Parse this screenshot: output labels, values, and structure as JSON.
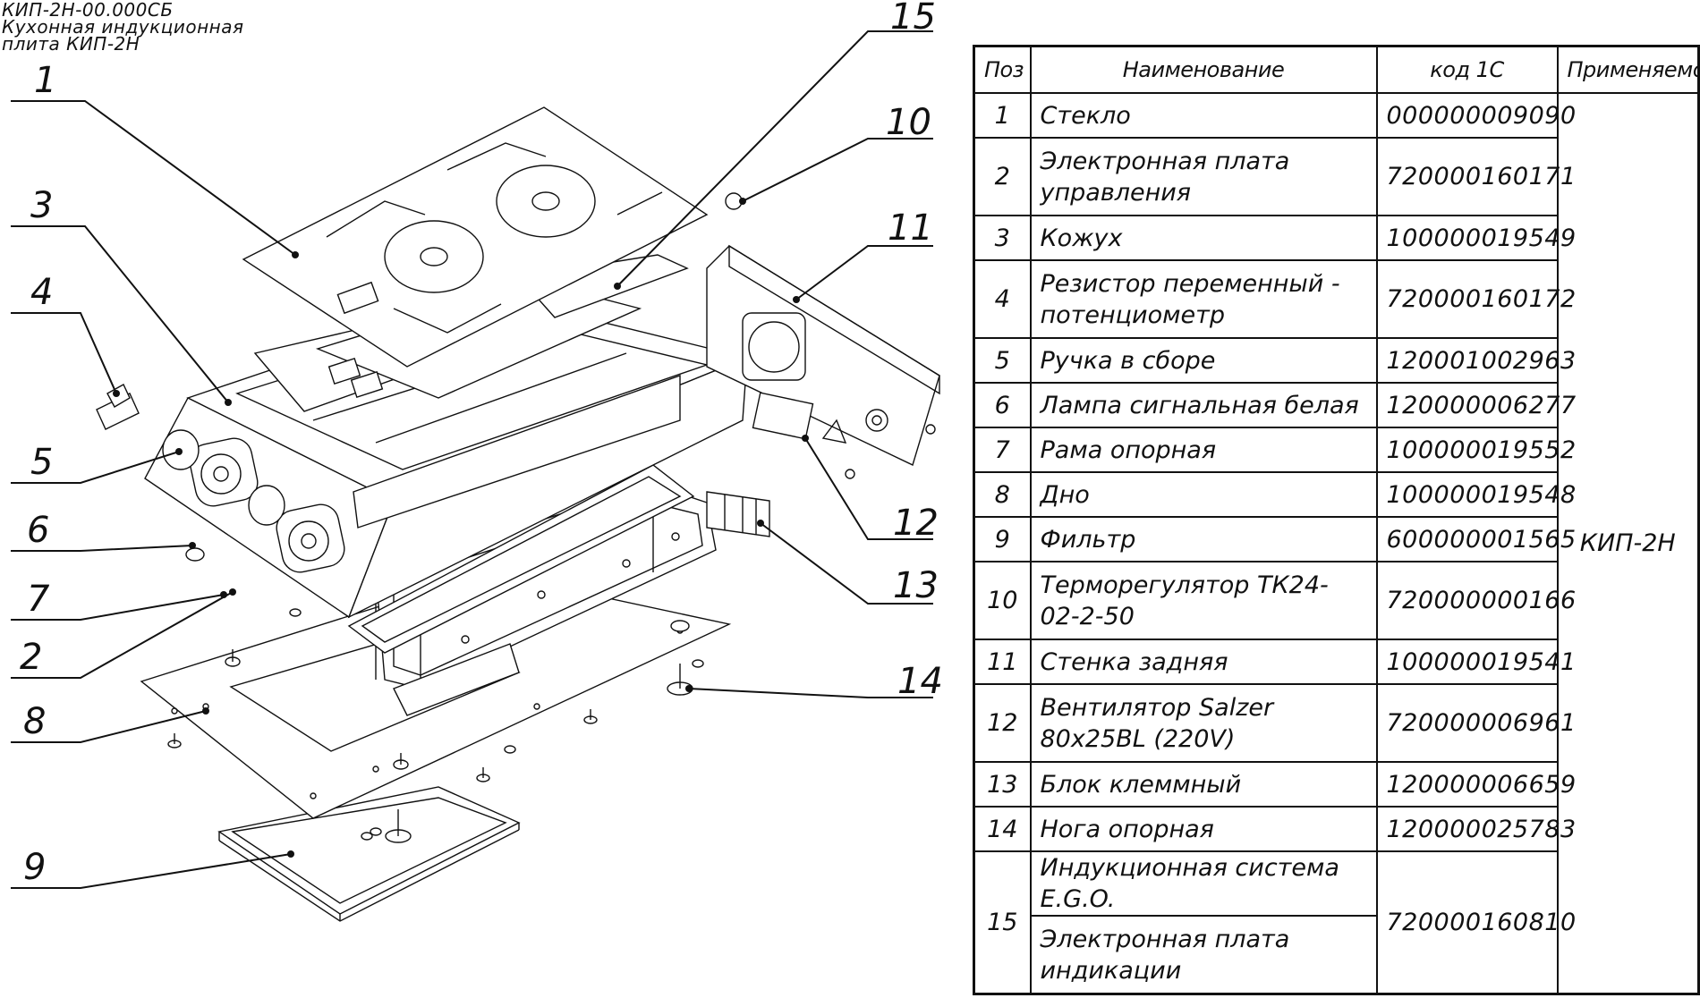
{
  "title_block": {
    "doc_code": "КИП-2Н-00.000СБ",
    "name_line1": "Кухонная индукционная",
    "name_line2": "плита  КИП-2Н"
  },
  "callouts": [
    "1",
    "3",
    "4",
    "5",
    "6",
    "7",
    "2",
    "8",
    "9",
    "15",
    "10",
    "11",
    "12",
    "13",
    "14"
  ],
  "table": {
    "headers": {
      "pos": "Поз",
      "name": "Наименование",
      "code": "код 1С",
      "applicability": "Применяемость"
    },
    "applicability_value": "КИП-2Н",
    "rows": [
      {
        "pos": "1",
        "name": "Стекло",
        "code": "000000009090"
      },
      {
        "pos": "2",
        "name": "Электронная плата управления",
        "code": "720000160171"
      },
      {
        "pos": "3",
        "name": "Кожух",
        "code": "100000019549"
      },
      {
        "pos": "4",
        "name": "Резистор переменный - потенциометр",
        "code": "720000160172"
      },
      {
        "pos": "5",
        "name": "Ручка в сборе",
        "code": "120001002963"
      },
      {
        "pos": "6",
        "name": "Лампа сигнальная белая",
        "code": "120000006277"
      },
      {
        "pos": "7",
        "name": "Рама опорная",
        "code": "100000019552"
      },
      {
        "pos": "8",
        "name": "Дно",
        "code": "100000019548"
      },
      {
        "pos": "9",
        "name": "Фильтр",
        "code": "600000001565"
      },
      {
        "pos": "10",
        "name": "Терморегулятор ТК24-02-2-50",
        "code": "720000000166"
      },
      {
        "pos": "11",
        "name": "Стенка задняя",
        "code": "100000019541"
      },
      {
        "pos": "12",
        "name": "Вентилятор Salzer 80x25BL (220V)",
        "code": "720000006961"
      },
      {
        "pos": "13",
        "name": "Блок клеммный",
        "code": "120000006659"
      },
      {
        "pos": "14",
        "name": "Нога опорная",
        "code": "120000025783"
      }
    ],
    "row15": {
      "pos": "15",
      "name_a": "Индукционная система E.G.O.",
      "name_b": "Электронная плата индикации",
      "code": "720000160810"
    }
  }
}
